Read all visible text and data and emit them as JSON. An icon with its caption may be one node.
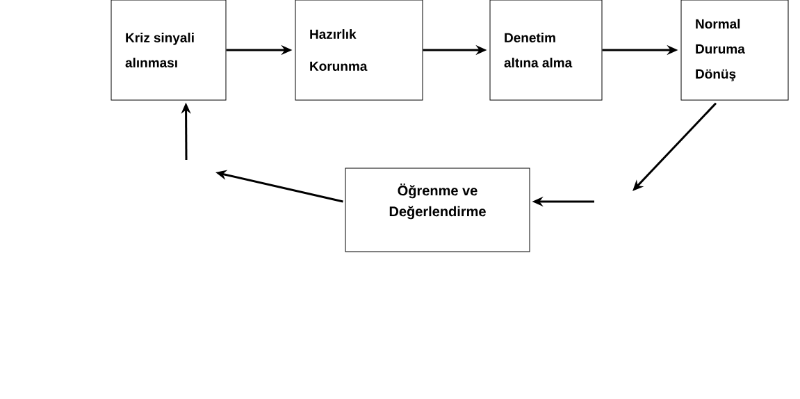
{
  "diagram": {
    "nodes": [
      {
        "text": [
          "Kriz sinyali alınması"
        ]
      },
      {
        "text": [
          "Hazırlık",
          "Korunma"
        ]
      },
      {
        "text": [
          "Denetim altına alma"
        ]
      },
      {
        "text": [
          "Normal Duruma Dönüş"
        ]
      },
      {
        "text": [
          "Öğrenme ve Değerlendirme"
        ]
      }
    ],
    "edges": [
      {
        "from": 0,
        "to": 1,
        "arrow": "to"
      },
      {
        "from": 1,
        "to": 2,
        "arrow": "to"
      },
      {
        "from": 2,
        "to": 3,
        "arrow": "to"
      },
      {
        "from": 3,
        "to": null,
        "arrow": "to"
      },
      {
        "from": null,
        "to": 4,
        "arrow": "to"
      },
      {
        "from": 4,
        "to": null,
        "arrow": "to"
      },
      {
        "from": null,
        "to": 0,
        "arrow": "to"
      }
    ]
  }
}
